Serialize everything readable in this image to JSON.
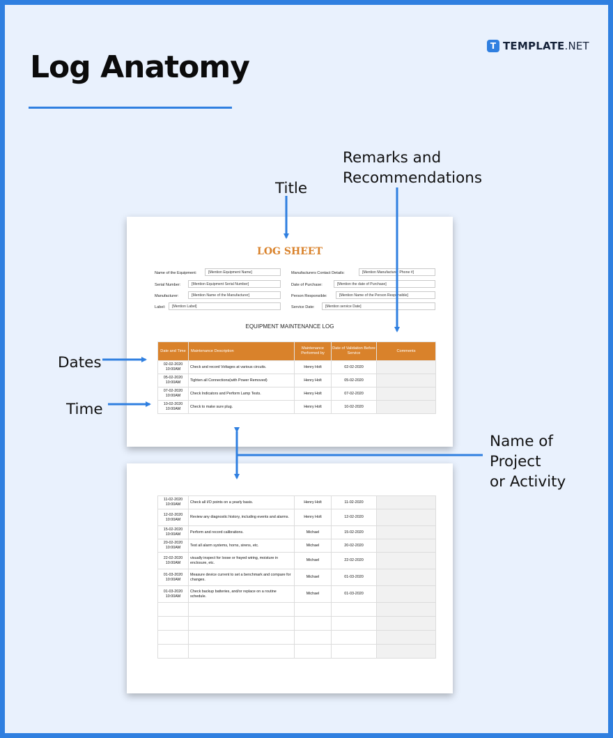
{
  "heading": "Log Anatomy",
  "brand": {
    "icon": "T",
    "bold": "TEMPLATE",
    "rest": ".NET"
  },
  "labels": {
    "title": "Title",
    "remarks_line1": "Remarks and",
    "remarks_line2": "Recommendations",
    "dates": "Dates",
    "time": "Time",
    "name_line1": "Name of",
    "name_line2": "Project",
    "name_line3": "or Activity"
  },
  "sheet": {
    "title": "LOG SHEET",
    "fields_left": [
      {
        "label": "Name of the Equipment:",
        "value": "[Mention Equipment Name]"
      },
      {
        "label": "Serial Number:",
        "value": "[Mention Equipment Serial Number]"
      },
      {
        "label": "Manufacturer:",
        "value": "[Mention Name of the Manufacturer]"
      },
      {
        "label": "Label:",
        "value": "[Mention Label]"
      }
    ],
    "fields_right": [
      {
        "label": "Manufacturers Contact Details:",
        "value": "[Mention Manufacturer Phone #]"
      },
      {
        "label": "Date of Purchase:",
        "value": "[Mention the date of Purchase]"
      },
      {
        "label": "Person Responsible:",
        "value": "[Mention Name of the Person Responsible]"
      },
      {
        "label": "Service Date:",
        "value": "[Mention service Date]"
      }
    ],
    "table_title": "EQUIPMENT MAINTENANCE LOG",
    "headers": [
      "Date and Time",
      "Maintenance Description",
      "Maintenance Performed by",
      "Date of Validation Before Service",
      "Comments"
    ],
    "rows_page1": [
      {
        "date": "02-02-2020",
        "time": "10:00AM",
        "desc": "Check and record Voltages at various circuits.",
        "by": "Henry Holt",
        "val": "02-02-2020"
      },
      {
        "date": "05-02-2020",
        "time": "10:00AM",
        "desc": "Tighten all Connections(with Power Removed)",
        "by": "Henry Holt",
        "val": "05-02-2020"
      },
      {
        "date": "07-02-2020",
        "time": "10:00AM",
        "desc": "Check Indicators and Perform Lamp Tests.",
        "by": "Henry Holt",
        "val": "07-02-2020"
      },
      {
        "date": "10-02-2020",
        "time": "10:00AM",
        "desc": "Check to make sure plug.",
        "by": "Henry Holt",
        "val": "10-02-2020"
      }
    ],
    "rows_page2": [
      {
        "date": "11-02-2020",
        "time": "10:00AM",
        "desc": "Check all I/O points on a yearly basis.",
        "by": "Henry Holt",
        "val": "11-02-2020"
      },
      {
        "date": "12-02-2020",
        "time": "10:00AM",
        "desc": "Review any diagnostic history, including events and alarms.",
        "by": "Henry Holt",
        "val": "12-02-2020"
      },
      {
        "date": "15-02-2020",
        "time": "10:00AM",
        "desc": "Perform and record calibrations.",
        "by": "Michael",
        "val": "15-02-2020"
      },
      {
        "date": "20-02-2020",
        "time": "10:00AM",
        "desc": "Test all alarm systems, horns, sirens, etc.",
        "by": "Michael",
        "val": "20-02-2020"
      },
      {
        "date": "22-02-2020",
        "time": "10:00AM",
        "desc": "visually inspect for loose or frayed wiring, moisture in enclosure, etc.",
        "by": "Michael",
        "val": "22-02-2020"
      },
      {
        "date": "01-03-2020",
        "time": "10:00AM",
        "desc": "Measure device current to set a benchmark and compare for changes.",
        "by": "Michael",
        "val": "01-03-2020"
      },
      {
        "date": "01-03-2020",
        "time": "10:00AM",
        "desc": "Check backup batteries, and/or replace on a routine schedule.",
        "by": "Michael",
        "val": "01-03-2020"
      }
    ],
    "empty_rows_page2": 4
  },
  "colors": {
    "accent": "#2f7fe0",
    "background": "#e9f1fd",
    "sheet_header": "#d9822b"
  }
}
